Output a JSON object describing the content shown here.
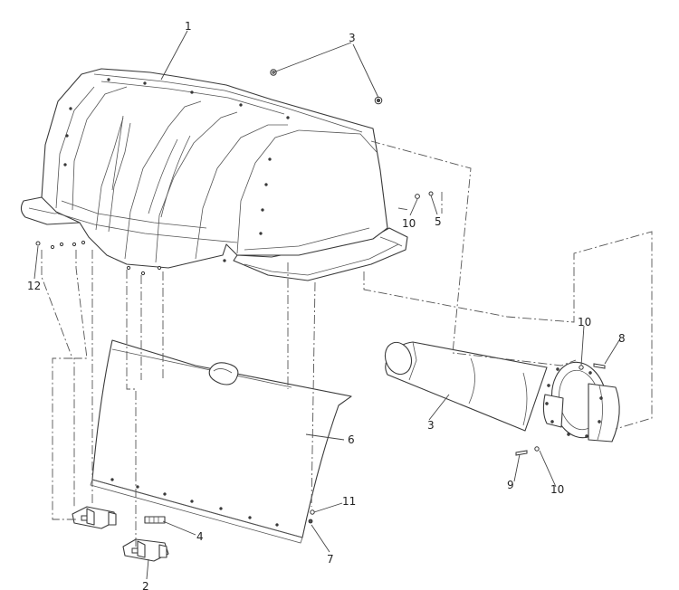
{
  "callouts": [
    {
      "id": "c1",
      "label": "1"
    },
    {
      "id": "c3a",
      "label": "3"
    },
    {
      "id": "c10a",
      "label": "10"
    },
    {
      "id": "c5",
      "label": "5"
    },
    {
      "id": "c12",
      "label": "12"
    },
    {
      "id": "c6",
      "label": "6"
    },
    {
      "id": "c11",
      "label": "11"
    },
    {
      "id": "c7",
      "label": "7"
    },
    {
      "id": "c4",
      "label": "4"
    },
    {
      "id": "c2",
      "label": "2"
    },
    {
      "id": "c3b",
      "label": "3"
    },
    {
      "id": "c10b",
      "label": "10"
    },
    {
      "id": "c8",
      "label": "8"
    },
    {
      "id": "c9",
      "label": "9"
    },
    {
      "id": "c10c",
      "label": "10"
    }
  ],
  "colors": {
    "line": "#3a3a3a",
    "background": "#ffffff"
  }
}
